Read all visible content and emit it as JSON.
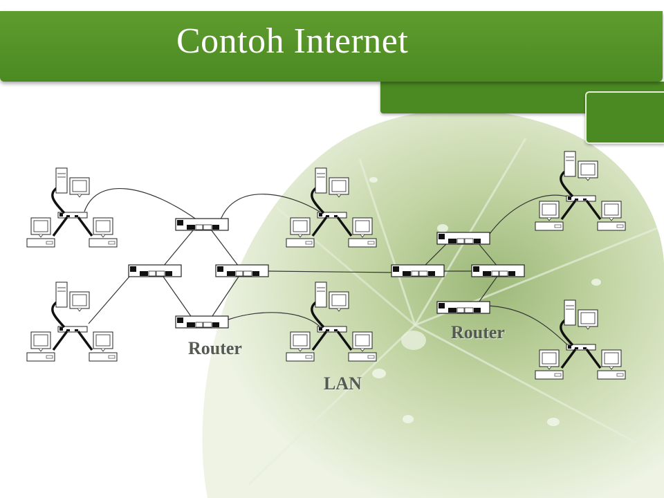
{
  "slide": {
    "title": "Contoh Internet"
  },
  "diagram": {
    "labels": {
      "router_left": "Router",
      "router_right": "Router",
      "lan": "LAN"
    },
    "nodes": {
      "routers": [
        {
          "id": "r1",
          "kind": "router-icon"
        },
        {
          "id": "r2",
          "kind": "router-icon"
        },
        {
          "id": "r3",
          "kind": "router-icon"
        },
        {
          "id": "r4",
          "kind": "router-icon"
        },
        {
          "id": "r5",
          "kind": "router-icon"
        },
        {
          "id": "r6",
          "kind": "router-icon"
        },
        {
          "id": "r7",
          "kind": "router-icon"
        },
        {
          "id": "r8",
          "kind": "router-icon"
        }
      ],
      "lans": [
        {
          "id": "lan1",
          "kind": "lan-cluster"
        },
        {
          "id": "lan2",
          "kind": "lan-cluster"
        },
        {
          "id": "lan3",
          "kind": "lan-cluster"
        },
        {
          "id": "lan4",
          "kind": "lan-cluster"
        },
        {
          "id": "lan5",
          "kind": "lan-cluster"
        },
        {
          "id": "lan6",
          "kind": "lan-cluster"
        }
      ]
    },
    "links": [
      [
        "r1",
        "r2"
      ],
      [
        "r1",
        "r3"
      ],
      [
        "r2",
        "r4"
      ],
      [
        "r3",
        "r4"
      ],
      [
        "r3",
        "r5"
      ],
      [
        "r5",
        "r6"
      ],
      [
        "r5",
        "r7"
      ],
      [
        "r6",
        "r8"
      ],
      [
        "r7",
        "r8"
      ],
      [
        "lan1",
        "r1"
      ],
      [
        "lan2",
        "r1"
      ],
      [
        "lan3",
        "r2"
      ],
      [
        "lan4",
        "r4"
      ],
      [
        "lan5",
        "r6"
      ],
      [
        "lan6",
        "r8"
      ]
    ]
  },
  "colors": {
    "title_bar": "#4b8a22",
    "leaf_light": "#dfe9cc",
    "leaf_mid": "#b9cf9a",
    "label_text": "#555b52"
  }
}
